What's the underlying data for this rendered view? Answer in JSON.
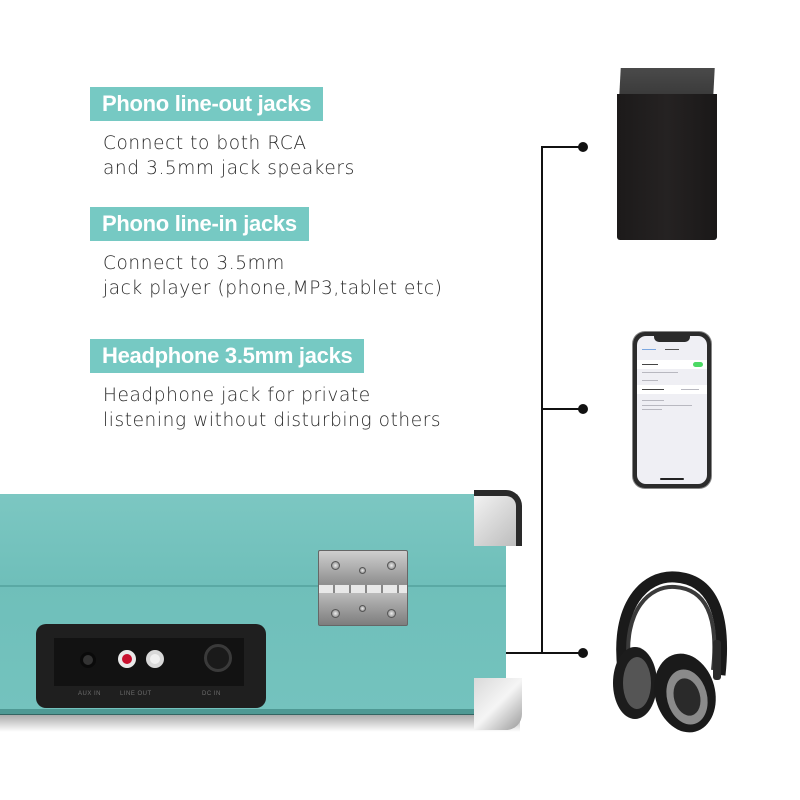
{
  "theme": {
    "accent": "#76c9c3",
    "case_color": "#74c3be",
    "text_color": "#2a2a2a",
    "connector_color": "#111111"
  },
  "features": [
    {
      "title": "Phono line-out jacks",
      "description_lines": [
        "Connect to both RCA",
        "and 3.5mm jack speakers"
      ],
      "connects_to": "speaker"
    },
    {
      "title": "Phono line-in jacks",
      "description_lines": [
        "Connect to 3.5mm",
        "jack player (phone,MP3,tablet etc)"
      ],
      "connects_to": "smartphone"
    },
    {
      "title": "Headphone 3.5mm jacks",
      "description_lines": [
        "Headphone jack for private",
        "listening without disturbing others"
      ],
      "connects_to": "headphones"
    }
  ],
  "devices": [
    {
      "name": "speaker",
      "icon": "speaker-icon"
    },
    {
      "name": "smartphone",
      "icon": "smartphone-icon",
      "screen": "bluetooth-settings"
    },
    {
      "name": "headphones",
      "icon": "headphones-icon"
    }
  ],
  "jack_panel": {
    "labels": [
      "AUX IN",
      "LINE OUT",
      "DC IN"
    ],
    "ports": [
      "headphone-3.5mm",
      "rca-red",
      "rca-white",
      "dc-power"
    ]
  }
}
